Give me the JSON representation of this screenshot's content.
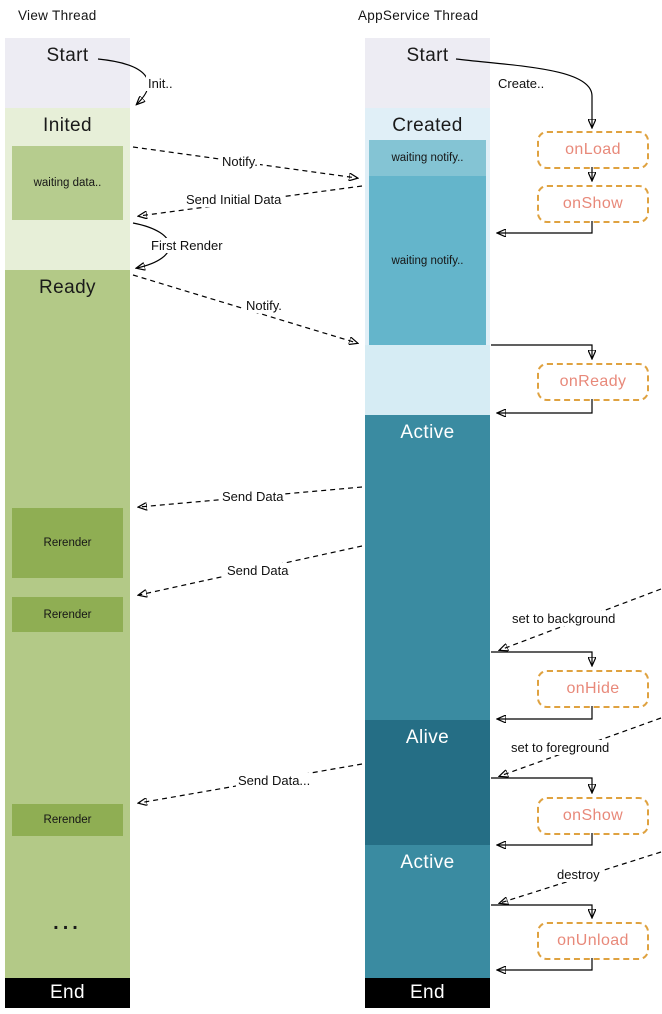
{
  "view_thread": {
    "title": "View Thread",
    "start": "Start",
    "inited": "Inited",
    "ready": "Ready",
    "end": "End",
    "waiting_data": "waiting data..",
    "rerender_1": "Rerender",
    "rerender_2": "Rerender",
    "rerender_3": "Rerender",
    "ellipsis": "..."
  },
  "appservice_thread": {
    "title": "AppService Thread",
    "start": "Start",
    "created": "Created",
    "waiting_notify_1": "waiting notify..",
    "waiting_notify_2": "waiting notify..",
    "active_1": "Active",
    "alive": "Alive",
    "active_2": "Active",
    "end": "End"
  },
  "callbacks": {
    "onload": "onLoad",
    "onshow_1": "onShow",
    "onready": "onReady",
    "onhide": "onHide",
    "onshow_2": "onShow",
    "onunload": "onUnload"
  },
  "arrows": {
    "init": "Init..",
    "create": "Create..",
    "notify_1": "Notify.",
    "send_initial_data": "Send Initial Data",
    "first_render": "First Render",
    "notify_2": "Notify.",
    "send_data_1": "Send Data",
    "send_data_2": "Send Data",
    "set_to_background": "set to background",
    "set_to_foreground": "set to foreground",
    "send_data_3": "Send Data...",
    "destroy": "destroy"
  },
  "colors": {
    "start_bg": "#edecf3",
    "inited_bg": "#e7efd8",
    "waiting_data_bg": "#b6cc8e",
    "ready_bg": "#b3c987",
    "rerender_bg": "#8fae53",
    "created_bg": "#e0eff7",
    "waiting_notify1_bg": "#84c4d4",
    "waiting_notify2_bg": "#64b5cb",
    "notify_gap_bg": "#d6ecf4",
    "active_bg": "#3a8ba1",
    "alive_bg": "#256e85",
    "end_bg": "#000000",
    "callback_border": "#dfa240",
    "callback_text": "#e8897a",
    "arrow_color": "#000000"
  }
}
